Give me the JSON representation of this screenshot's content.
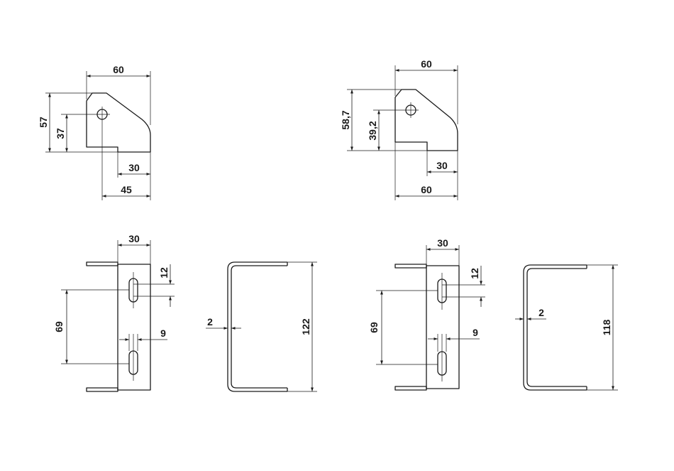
{
  "views": {
    "bracket_a_side": {
      "w_top": "60",
      "h_total": "57",
      "h_hole": "37",
      "w_30": "30",
      "w_45": "45"
    },
    "bracket_b_side": {
      "w_top": "60",
      "h_total": "58,7",
      "h_hole": "39,2",
      "w_30": "30",
      "w_bottom": "60"
    },
    "bracket_a_front": {
      "w_top": "30",
      "slot_len": "12",
      "slot_pitch": "69",
      "slot_w": "9"
    },
    "bracket_a_profile": {
      "thickness": "2",
      "height": "122"
    },
    "bracket_b_front": {
      "w_top": "30",
      "slot_len": "12",
      "slot_pitch": "69",
      "slot_w": "9"
    },
    "bracket_b_profile": {
      "thickness": "2",
      "height": "118"
    }
  }
}
